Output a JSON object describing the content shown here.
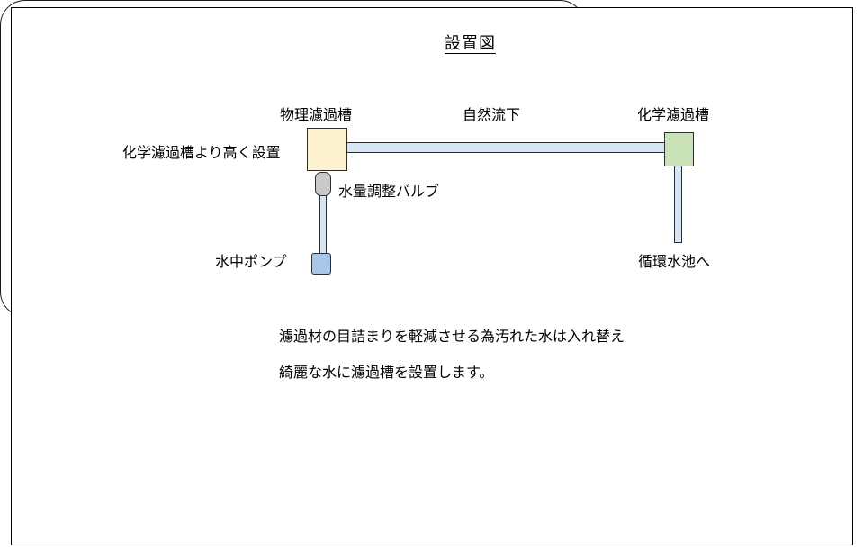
{
  "diagram": {
    "title": "設置図",
    "labels": {
      "physical_filter_tank": "物理濾過槽",
      "gravity_flow": "自然流下",
      "chemical_filter_tank": "化学濾過槽",
      "placement_note": "化学濾過槽より高く設置",
      "flow_valve": "水量調整バルブ",
      "submersible_pump": "水中ポンプ",
      "to_circulation_pond": "循環水池へ"
    },
    "notes": {
      "line1": "濾過材の目詰まりを軽減させる為汚れた水は入れ替え",
      "line2": "綺麗な水に濾過槽を設置します。"
    },
    "colors": {
      "physical_tank_fill": "#FDF2CF",
      "chemical_tank_fill": "#C9E2B8",
      "pipe_fill": "#D8E6F4",
      "valve_fill": "#C9C9C9",
      "pump_fill": "#A8C6EA",
      "outline": "#2d2d2d"
    }
  }
}
